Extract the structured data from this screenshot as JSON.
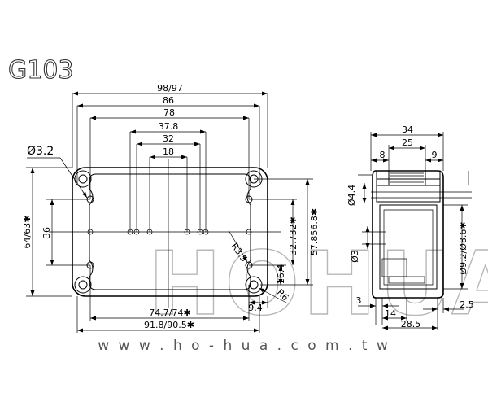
{
  "model_code": "G103",
  "watermark": "HOHUA",
  "website": "w w w . h o - h u a . c o m . t w",
  "front_view": {
    "dim_98_97": "98/97",
    "dim_86": "86",
    "dim_78": "78",
    "dim_37_8": "37.8",
    "dim_32": "32",
    "dim_18": "18",
    "dim_hole_dia": "Ø3.2",
    "dim_64_63": "64/63✱",
    "dim_36": "36",
    "dim_r3_5": "R3.5",
    "dim_32_732": "32.732✱",
    "dim_57_856_8": "57.856.8✱",
    "dim_16_4": "16.4",
    "dim_r6": "R6",
    "dim_9_4": "9.4",
    "dim_74_7_74": "74.7/74✱",
    "dim_91_8_90_5": "91.8/90.5✱"
  },
  "side_view": {
    "dim_34": "34",
    "dim_25": "25",
    "dim_8": "8",
    "dim_9": "9",
    "dim_4_4": "Ø4.4",
    "dim_3_dia": "Ø3",
    "dim_9_2_8_6": "Ø9.2/Ø8.6✱",
    "dim_3": "3",
    "dim_14": "14",
    "dim_2_5": "2.5",
    "dim_28_5": "28.5"
  }
}
